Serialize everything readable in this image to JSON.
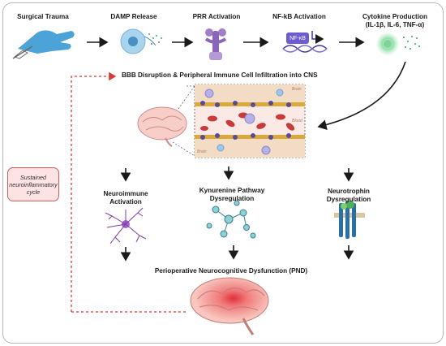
{
  "stages": {
    "surgical_trauma": "Surgical Trauma",
    "damp_release": "DAMP Release",
    "prr_activation": "PRR Activation",
    "nfkb_activation": "NF-kB Activation",
    "cytokine_line1": "Cytokine Production",
    "cytokine_line2": "(IL-1β, IL-6, TNF-α)"
  },
  "nfkb_badge": "NF-κB",
  "bbb_title": "BBB Disruption & Peripheral Immune Cell Infiltration into CNS",
  "bbb_labels": {
    "brain_top": "Brain",
    "blood": "Blood",
    "brain_bottom": "Brain"
  },
  "cycle_label": "Sustained neuroinflammatory cycle",
  "branches": {
    "neuroimmune": "Neuroimmune Activation",
    "kynurenine": "Kynurenine Pathway Dysregulation",
    "neurotrophin": "Neurotrophin Dysregulation"
  },
  "outcome": "Perioperative Neurocognitive Dysfunction (PND)",
  "colors": {
    "accent_red": "#d63a3a",
    "arrow": "#1a1a1a",
    "nfkb_purple": "#6d5bd0"
  }
}
